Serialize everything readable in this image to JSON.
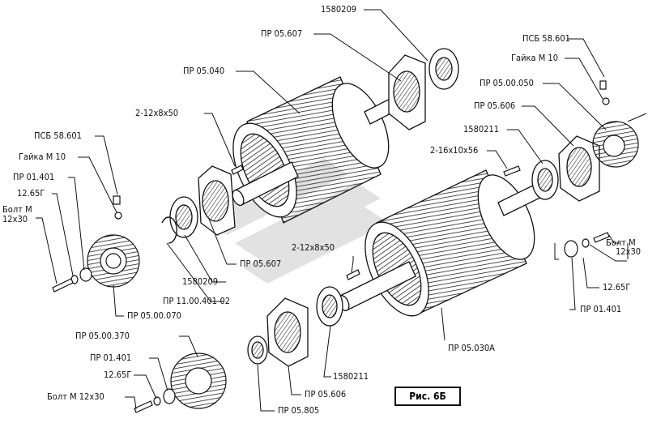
{
  "figure": {
    "caption": "Рис. 6Б",
    "labels": {
      "l_1580209_top": "1580209",
      "l_pr05607_top": "ПР 05.607",
      "l_pr05040": "ПР 05.040",
      "l_2_12x8x50_top": "2-12х8х50",
      "l_psb_right": "ПСБ 58.601",
      "l_gaika_right": "Гайка М 10",
      "l_pr0500050": "ПР 05.00.050",
      "l_pr05606_right": "ПР 05.606",
      "l_1580211_right": "1580211",
      "l_2_16x10x56": "2-16х10х56",
      "l_psb_left": "ПСБ 58.601",
      "l_gaika_left": "Гайка М 10",
      "l_pr01401_left": "ПР 01.401",
      "l_1265_left": "12.65Г",
      "l_bolt_left_1": "Болт М",
      "l_bolt_left_2": "12х30",
      "l_pr05607_mid": "ПР 05.607",
      "l_1580209_mid": "1580209",
      "l_pr1100401": "ПР 11.00.401-02",
      "l_pr0500070": "ПР 05.00.070",
      "l_2_12x8x50_mid": "2-12х8х50",
      "l_bolt_right_1": "Болт М",
      "l_bolt_right_2": "12х30",
      "l_1265_right": "12.65Г",
      "l_pr01401_right": "ПР 01.401",
      "l_pr05030a": "ПР 05.030А",
      "l_pr0500370": "ПР 05.00.370",
      "l_pr01401_bottom": "ПР 01.401",
      "l_1265_bottom": "12.65Г",
      "l_bolt_bottom": "Болт М 12х30",
      "l_pr05606_bottom": "ПР 05.606",
      "l_pr05805": "ПР 05.805",
      "l_1580211_bottom": "1580211"
    }
  }
}
